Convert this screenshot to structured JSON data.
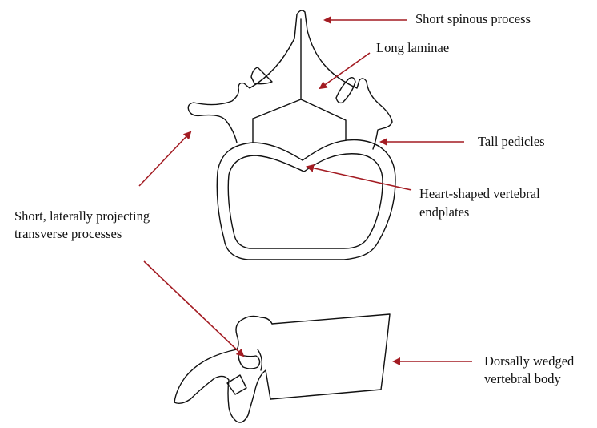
{
  "colors": {
    "arrow": "#a31b22",
    "outline": "#111111",
    "background": "#ffffff"
  },
  "labels": {
    "spinous": "Short spinous process",
    "laminae": "Long laminae",
    "pedicles": "Tall pedicles",
    "endplates_line1": "Heart-shaped vertebral",
    "endplates_line2": "endplates",
    "transverse_line1": "Short, laterally projecting",
    "transverse_line2": "transverse processes",
    "body_line1": "Dorsally wedged",
    "body_line2": "vertebral body"
  }
}
